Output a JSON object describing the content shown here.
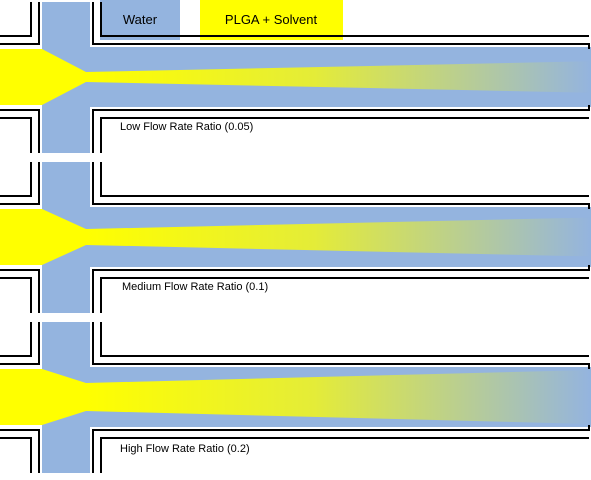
{
  "colors": {
    "water": "#94B4DF",
    "organic": "#FFFF00",
    "channel_wall": "#000000",
    "background": "#FFFFFF"
  },
  "legend": {
    "water": {
      "label": "Water",
      "color": "#94B4DF"
    },
    "organic": {
      "label": "PLGA + Solvent",
      "color": "#FFFF00"
    }
  },
  "panels": [
    {
      "caption": "Low Flow Rate Ratio (0.05)",
      "flow_rate_ratio": 0.05
    },
    {
      "caption": "Medium Flow Rate Ratio (0.1)",
      "flow_rate_ratio": 0.1
    },
    {
      "caption": "High Flow Rate Ratio (0.2)",
      "flow_rate_ratio": 0.2
    }
  ]
}
